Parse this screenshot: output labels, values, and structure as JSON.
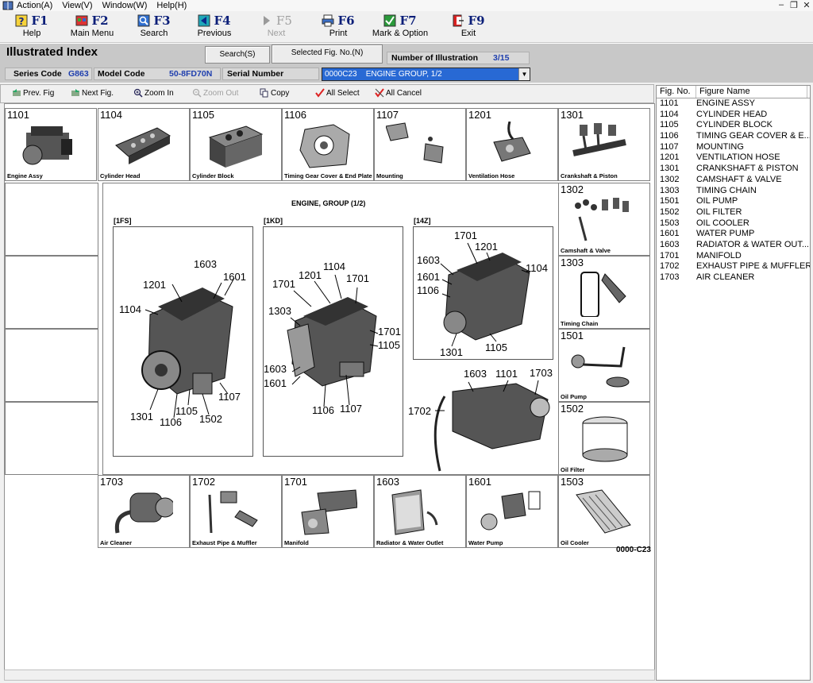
{
  "menubar": {
    "items": [
      "Action(A)",
      "View(V)",
      "Window(W)",
      "Help(H)"
    ]
  },
  "fkeys": [
    {
      "key": "F1",
      "label": "Help",
      "icon": "help-icon"
    },
    {
      "key": "F2",
      "label": "Main Menu",
      "icon": "main-menu-icon"
    },
    {
      "key": "F3",
      "label": "Search",
      "icon": "search-icon"
    },
    {
      "key": "F4",
      "label": "Previous",
      "icon": "previous-icon"
    },
    {
      "key": "F5",
      "label": "Next",
      "icon": "next-icon"
    },
    {
      "key": "F6",
      "label": "Print",
      "icon": "print-icon"
    },
    {
      "key": "F7",
      "label": "Mark & Option",
      "icon": "mark-option-icon"
    },
    {
      "key": "F9",
      "label": "Exit",
      "icon": "exit-icon"
    }
  ],
  "header": {
    "title": "Illustrated Index",
    "search_button": "Search(S)",
    "selected_fig_button": "Selected Fig. No.(N)",
    "num_illus_label": "Number of Illustration",
    "num_illus_value": "3/15",
    "series_code_label": "Series Code",
    "series_code_value": "G863",
    "model_code_label": "Model Code",
    "model_code_value": "50-8FD70N",
    "serial_number_label": "Serial Number",
    "combo_value": "0000C23    ENGINE GROUP, 1/2"
  },
  "toolbar": {
    "prev_fig": "Prev. Fig",
    "next_fig": "Next Fig.",
    "zoom_in": "Zoom In",
    "zoom_out": "Zoom Out",
    "copy": "Copy",
    "all_select": "All Select",
    "all_cancel": "All Cancel"
  },
  "thumbs_top": [
    {
      "code": "1101",
      "caption": "Engine Assy"
    },
    {
      "code": "1104",
      "caption": "Cylinder Head"
    },
    {
      "code": "1105",
      "caption": "Cylinder Block"
    },
    {
      "code": "1106",
      "caption": "Timing Gear Cover & End Plate"
    },
    {
      "code": "1107",
      "caption": "Mounting"
    },
    {
      "code": "1201",
      "caption": "Ventilation Hose"
    },
    {
      "code": "1301",
      "caption": "Crankshaft & Piston"
    }
  ],
  "thumbs_right": [
    {
      "code": "1302",
      "caption": "Camshaft & Valve"
    },
    {
      "code": "1303",
      "caption": "Timing Chain"
    },
    {
      "code": "1501",
      "caption": "Oil Pump"
    },
    {
      "code": "1502",
      "caption": "Oil Filter"
    }
  ],
  "thumbs_bottom": [
    {
      "code": "1703",
      "caption": "Air Cleaner"
    },
    {
      "code": "1702",
      "caption": "Exhaust Pipe & Muffler"
    },
    {
      "code": "1701",
      "caption": "Manifold"
    },
    {
      "code": "1603",
      "caption": "Radiator & Water Outlet"
    },
    {
      "code": "1601",
      "caption": "Water Pump"
    },
    {
      "code": "1503",
      "caption": "Oil Cooler"
    }
  ],
  "illustration": {
    "title": "ENGINE, GROUP (1/2)",
    "variants": [
      "[1FS]",
      "[1KD]",
      "[14Z]"
    ],
    "callouts_1fs": [
      "1603",
      "1201",
      "1601",
      "1104",
      "1301",
      "1106",
      "1105",
      "1502",
      "1107"
    ],
    "callouts_1kd": [
      "1104",
      "1201",
      "1701",
      "1701",
      "1303",
      "1701",
      "1105",
      "1603",
      "1601",
      "1106",
      "1107"
    ],
    "callouts_14z": [
      "1701",
      "1201",
      "1603",
      "1104",
      "1601",
      "1106",
      "1301",
      "1105"
    ],
    "callouts_exhaust": [
      "1603",
      "1101",
      "1703",
      "1702"
    ],
    "code": "0000-C23"
  },
  "side_panel": {
    "col_fig_no": "Fig. No.",
    "col_figure_name": "Figure Name",
    "rows": [
      [
        "1101",
        "ENGINE ASSY"
      ],
      [
        "1104",
        "CYLINDER HEAD"
      ],
      [
        "1105",
        "CYLINDER BLOCK"
      ],
      [
        "1106",
        "TIMING GEAR COVER & E..."
      ],
      [
        "1107",
        "MOUNTING"
      ],
      [
        "1201",
        "VENTILATION HOSE"
      ],
      [
        "1301",
        "CRANKSHAFT & PISTON"
      ],
      [
        "1302",
        "CAMSHAFT & VALVE"
      ],
      [
        "1303",
        "TIMING CHAIN"
      ],
      [
        "1501",
        "OIL PUMP"
      ],
      [
        "1502",
        "OIL FILTER"
      ],
      [
        "1503",
        "OIL COOLER"
      ],
      [
        "1601",
        "WATER PUMP"
      ],
      [
        "1603",
        "RADIATOR & WATER OUT..."
      ],
      [
        "1701",
        "MANIFOLD"
      ],
      [
        "1702",
        "EXHAUST PIPE & MUFFLER"
      ],
      [
        "1703",
        "AIR CLEANER"
      ]
    ]
  }
}
